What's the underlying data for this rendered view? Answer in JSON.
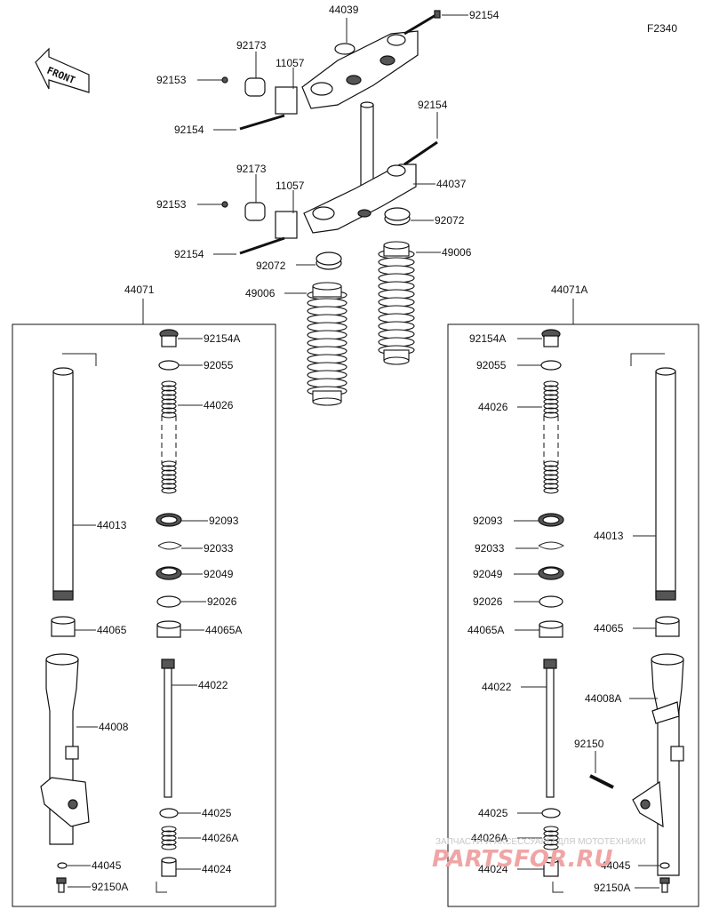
{
  "figure_code": "F2340",
  "front_label": "FRONT",
  "watermark": {
    "line1": "ЗАПЧАСТИ И АКСЕССУАРЫ ДЛЯ МОТОТЕХНИКИ",
    "line2": "PARTSFOR.RU"
  },
  "labels": {
    "p44039": "44039",
    "p92154_top": "92154",
    "p92173_a": "92173",
    "p11057_a": "11057",
    "p92153_a": "92153",
    "p92154_a": "92154",
    "p92154_mid": "92154",
    "p92173_b": "92173",
    "p11057_b": "11057",
    "p44037": "44037",
    "p92153_b": "92153",
    "p92072_r": "92072",
    "p92154_b": "92154",
    "p49006_r": "49006",
    "p92072_l": "92072",
    "p49006_l": "49006",
    "p44071": "44071",
    "p44071A": "44071A",
    "L": {
      "p92154A": "92154A",
      "p92055": "92055",
      "p44026": "44026",
      "p44013": "44013",
      "p92093": "92093",
      "p92033": "92033",
      "p92049": "92049",
      "p92026": "92026",
      "p44065": "44065",
      "p44065A": "44065A",
      "p44022": "44022",
      "p44008": "44008",
      "p44025": "44025",
      "p44026A": "44026A",
      "p44045": "44045",
      "p44024": "44024",
      "p92150A": "92150A"
    },
    "R": {
      "p92154A": "92154A",
      "p92055": "92055",
      "p44026": "44026",
      "p92093": "92093",
      "p92033": "92033",
      "p44013": "44013",
      "p92049": "92049",
      "p92026": "92026",
      "p44065A": "44065A",
      "p44065": "44065",
      "p44022": "44022",
      "p44008A": "44008A",
      "p92150": "92150",
      "p44025": "44025",
      "p44026A": "44026A",
      "p44024": "44024",
      "p44045": "44045",
      "p92150A": "92150A"
    }
  }
}
